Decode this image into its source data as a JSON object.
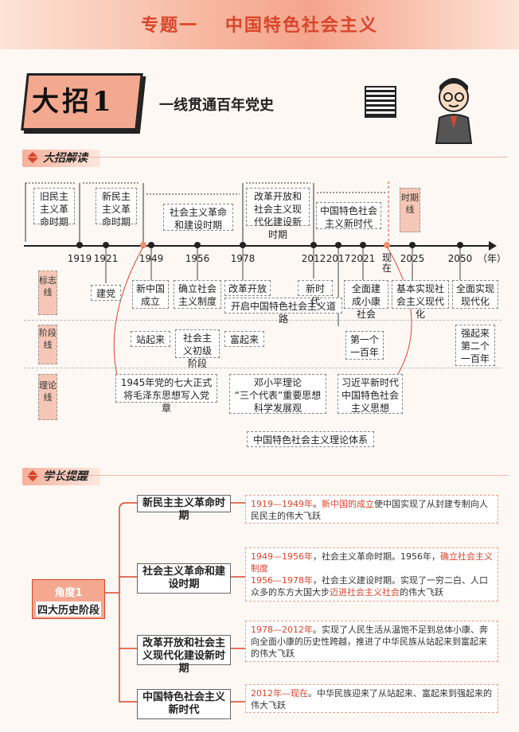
{
  "header": {
    "title_left": "专题一",
    "title_right": "中国特色社会主义",
    "badge": "大招1",
    "subtitle": "一线贯通百年党史"
  },
  "section1": {
    "label": "大招解读"
  },
  "periods": [
    "旧民主主义革命时期",
    "新民主主义革命时期",
    "社会主义革命和建设时期",
    "改革开放和社会主义现代化建设新时期",
    "中国特色社会主义新时代"
  ],
  "timeline_label": "时期线",
  "years": [
    "1919",
    "1921",
    "1949",
    "1956",
    "1978",
    "2012",
    "2017",
    "2021",
    "现在",
    "2025",
    "2050",
    "（年）"
  ],
  "row_labels": {
    "marks": "标志线",
    "stages": "阶段线",
    "theory": "理论线"
  },
  "marks": {
    "m1921": "建党",
    "m1949": "新中国成立",
    "m1956": "确立社会主义制度",
    "m1978": "改革开放",
    "m1978b": "开启中国特色社会主义道路",
    "m2012": "新时代",
    "m2021": "全面建成小康社会",
    "m2025": "基本实现社会主义现代化",
    "m2050": "全面实现现代化"
  },
  "stages": {
    "s1": "站起来",
    "s2": "社会主义初级阶段",
    "s3": "富起来",
    "s4": "第一个一百年",
    "s5": "强起来第二个一百年"
  },
  "theory": {
    "t1": "1945年党的七大正式将毛泽东思想写入党章",
    "t2_line1": "邓小平理论",
    "t2_line2": "“三个代表”重要思想",
    "t2_line3": "科学发展观",
    "t3": "习近平新时代中国特色社会主义思想",
    "system": "中国特色社会主义理论体系"
  },
  "section2": {
    "label": "学长提醒"
  },
  "angle": {
    "title": "角度1",
    "subtitle": "四大历史阶段"
  },
  "eras": [
    {
      "name": "新民主主义革命时期",
      "desc_red1": "1919—1949年",
      "desc_sep1": "。",
      "desc_red2": "新中国的成立",
      "desc_rest": "使中国实现了从封建专制向人民民主的伟大飞跃"
    },
    {
      "name": "社会主义革命和建设时期",
      "l1_red": "1949—1956年",
      "l1_rest": "，社会主义革命时期。1956年，",
      "l1_red2": "确立社会主义制度",
      "l2_red": "1956—1978年",
      "l2_rest": "，社会主义建设时期。实现了一穷二白、人口众多的东方大国大步",
      "l2_red2": "迈进社会主义社会",
      "l2_end": "的伟大飞跃"
    },
    {
      "name": "改革开放和社会主义现代化建设新时期",
      "desc_red1": "1978—2012年",
      "desc_rest": "。实现了人民生活从温饱不足到总体小康、奔向全面小康的历史性跨越，推进了中华民族从站起来到富起来的伟大飞跃"
    },
    {
      "name": "中国特色社会主义新时代",
      "desc_red1": "2012年—现在",
      "desc_rest": "。中华民族迎来了从站起来、富起来到强起来的伟大飞跃"
    }
  ]
}
